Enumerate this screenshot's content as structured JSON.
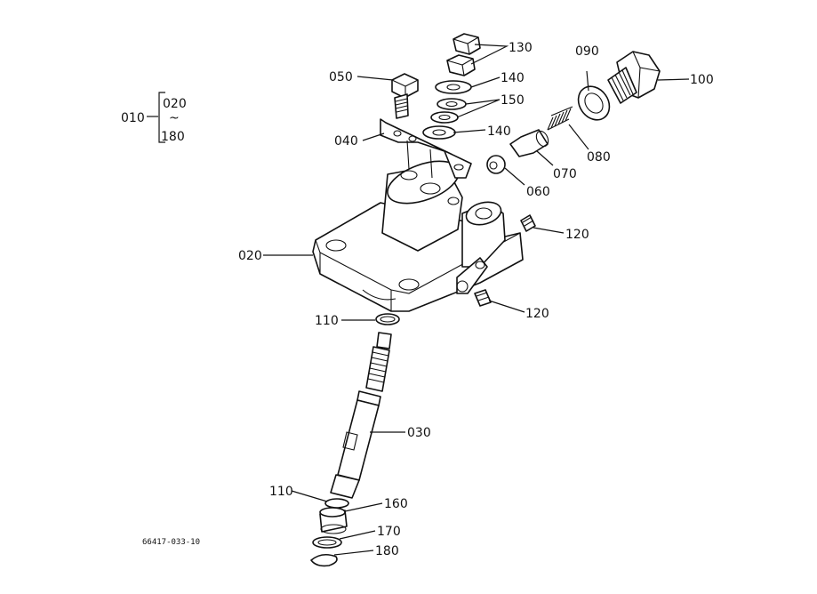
{
  "labels": {
    "p010": "010",
    "p020_top": "020",
    "p180_top": "180",
    "p020": "020",
    "p030": "030",
    "p040": "040",
    "p050": "050",
    "p060": "060",
    "p070": "070",
    "p080": "080",
    "p090": "090",
    "p100": "100",
    "p110_top": "110",
    "p110_bottom": "110",
    "p120_top": "120",
    "p120_bottom": "120",
    "p130": "130",
    "p140_top": "140",
    "p140_bottom": "140",
    "p150": "150",
    "p160": "160",
    "p170": "170",
    "p180": "180"
  },
  "drawing_number": "66417-033-10",
  "tilde": "~"
}
